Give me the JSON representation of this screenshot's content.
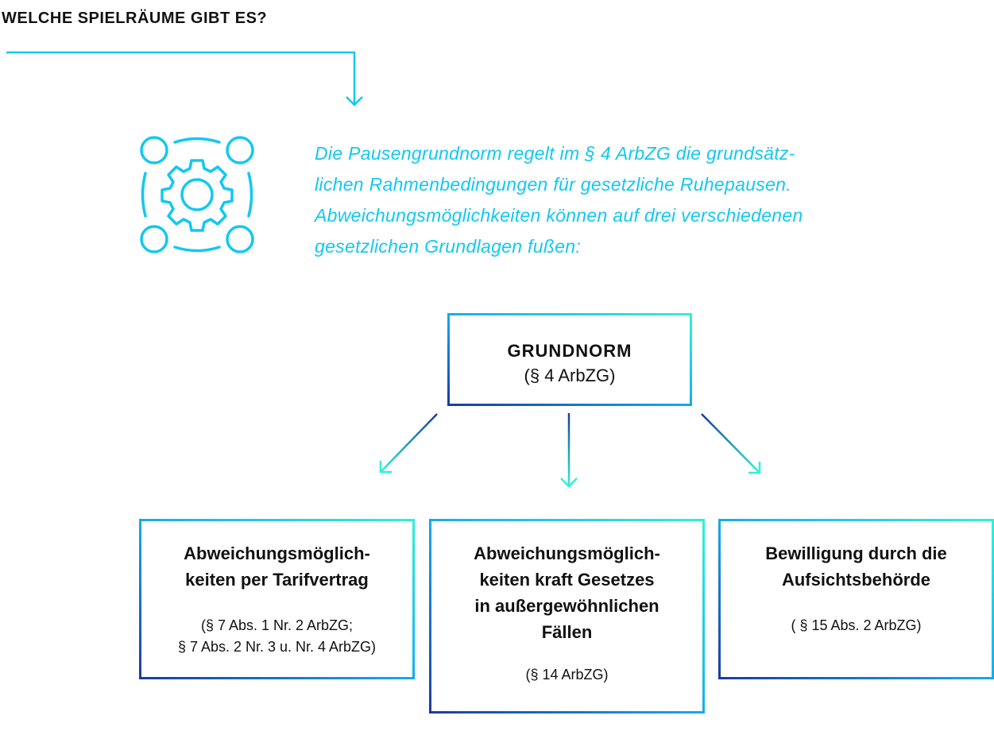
{
  "title": "WELCHE SPIELRÄUME GIBT ES?",
  "intro": "Die Pausengrundnorm regelt im § 4 ArbZG die grundsätz-lichen Rahmenbedingungen für gesetzliche Ruhepausen. Abweichungsmöglichkeiten können auf drei verschiedenen gesetzlichen Grundlagen fußen:",
  "intro_lines": [
    "Die Pausengrundnorm regelt im § 4 ArbZG die grundsätz-",
    "lichen Rahmenbedingungen für gesetzliche Ruhepausen.",
    "Abweichungsmöglichkeiten können auf drei verschiedenen",
    "gesetzlichen Grundlagen fußen:"
  ],
  "root": {
    "title": "GRUNDNORM",
    "sub": "(§ 4 ArbZG)"
  },
  "children": [
    {
      "title_lines": [
        "Abweichungsmöglich-",
        "keiten per Tarifvertrag"
      ],
      "sub_lines": [
        "(§ 7 Abs. 1 Nr. 2 ArbZG;",
        "§ 7 Abs. 2 Nr. 3 u. Nr. 4 ArbZG)"
      ]
    },
    {
      "title_lines": [
        "Abweichungsmöglich-",
        "keiten kraft Gesetzes",
        "in außergewöhnlichen",
        "Fällen"
      ],
      "sub_lines": [
        "(§ 14 ArbZG)"
      ]
    },
    {
      "title_lines": [
        "Bewilligung durch die",
        "Aufsichtsbehörde"
      ],
      "sub_lines": [
        "( § 15 Abs. 2 ArbZG)"
      ]
    }
  ],
  "colors": {
    "accent": "#12c8f0",
    "dark_blue": "#1a3c9e",
    "mint": "#2ef2d8"
  },
  "icon": "gear-network-icon"
}
